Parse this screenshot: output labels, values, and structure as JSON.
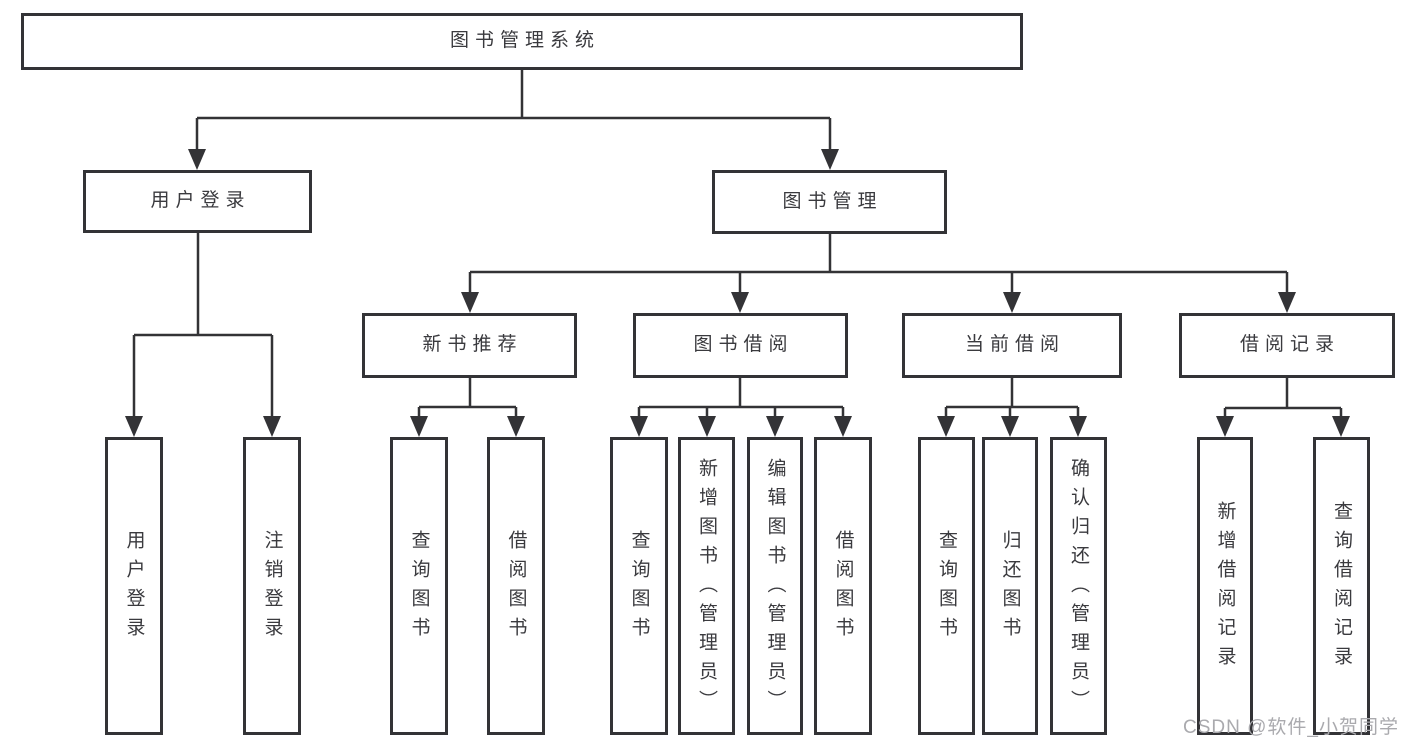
{
  "title": "图书管理系统",
  "watermark": "CSDN @软件_小贺同学",
  "colors": {
    "line": "#333336",
    "text": "#3a3a3e",
    "box_background": "#ffffff",
    "watermark": "#aaaaae"
  },
  "root": {
    "label": "图书管理系统"
  },
  "level2": {
    "user_login": {
      "label": "用户登录"
    },
    "book_mgmt": {
      "label": "图书管理"
    }
  },
  "level3": {
    "new_book": {
      "label": "新书推荐"
    },
    "borrow": {
      "label": "图书借阅"
    },
    "current": {
      "label": "当前借阅"
    },
    "records": {
      "label": "借阅记录"
    }
  },
  "leaves": {
    "user_login": {
      "label": "用户登录"
    },
    "logout": {
      "label": "注销登录"
    },
    "nb_query": {
      "label": "查询图书"
    },
    "nb_borrow": {
      "label": "借阅图书"
    },
    "bw_query": {
      "label": "查询图书"
    },
    "bw_add": {
      "label": "新增图书（管理员）"
    },
    "bw_edit": {
      "label": "编辑图书（管理员）"
    },
    "bw_borrow": {
      "label": "借阅图书"
    },
    "cb_query": {
      "label": "查询图书"
    },
    "cb_return": {
      "label": "归还图书"
    },
    "cb_confirm": {
      "label": "确认归还（管理员）"
    },
    "rc_add": {
      "label": "新增借阅记录"
    },
    "rc_query": {
      "label": "查询借阅记录"
    }
  }
}
